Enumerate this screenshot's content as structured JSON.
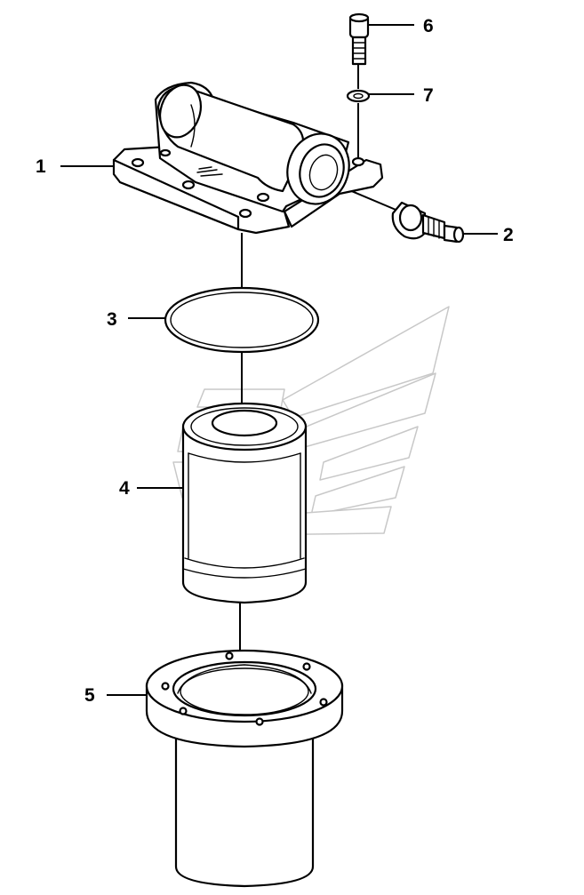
{
  "callouts": [
    {
      "id": "filter-head",
      "number": "1"
    },
    {
      "id": "sensor",
      "number": "2"
    },
    {
      "id": "o-ring",
      "number": "3"
    },
    {
      "id": "filter-element",
      "number": "4"
    },
    {
      "id": "filter-bowl",
      "number": "5"
    },
    {
      "id": "cap-screw",
      "number": "6"
    },
    {
      "id": "washer",
      "number": "7"
    }
  ],
  "colors": {
    "line": "#000000",
    "watermark": "#c8c8c8",
    "background": "#ffffff"
  }
}
